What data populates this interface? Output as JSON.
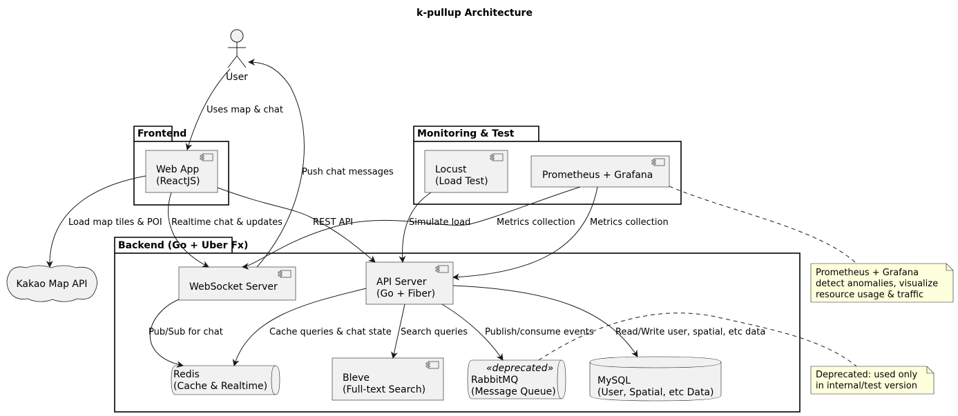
{
  "title": "k-pullup Architecture",
  "actor": {
    "label": "User"
  },
  "packages": {
    "frontend": "Frontend",
    "monitoring": "Monitoring & Test",
    "backend": "Backend (Go + Uber Fx)"
  },
  "nodes": {
    "webapp": [
      "Web App",
      "(ReactJS)"
    ],
    "locust": [
      "Locust",
      "(Load Test)"
    ],
    "prometheus": [
      "Prometheus + Grafana"
    ],
    "kakao": [
      "Kakao Map API"
    ],
    "websocket": [
      "WebSocket Server"
    ],
    "apiserver": [
      "API Server",
      "(Go + Fiber)"
    ],
    "redis": [
      "Redis",
      "(Cache & Realtime)"
    ],
    "bleve": [
      "Bleve",
      "(Full-text Search)"
    ],
    "rabbitmq": [
      "RabbitMQ",
      "(Message Queue)"
    ],
    "rabbitmq_stereotype": "«deprecated»",
    "mysql": [
      "MySQL",
      "(User, Spatial, etc Data)"
    ]
  },
  "edges": {
    "uses_map_chat": "Uses map & chat",
    "push_chat": "Push chat messages",
    "load_tiles": "Load map tiles & POI",
    "realtime_chat": "Realtime chat & updates",
    "rest_api": "REST API",
    "simulate_load": "Simulate load",
    "metrics_ws": "Metrics collection",
    "metrics_api": "Metrics collection",
    "pubsub_chat": "Pub/Sub for chat",
    "cache_queries": "Cache queries & chat state",
    "search_queries": "Search queries",
    "publish_consume": "Publish/consume events",
    "read_write": "Read/Write user, spatial, etc data"
  },
  "notes": {
    "prometheus": [
      "Prometheus + Grafana",
      "detect anomalies, visualize",
      "resource usage & traffic"
    ],
    "rabbitmq": [
      "Deprecated: used only",
      "in internal/test version"
    ]
  }
}
